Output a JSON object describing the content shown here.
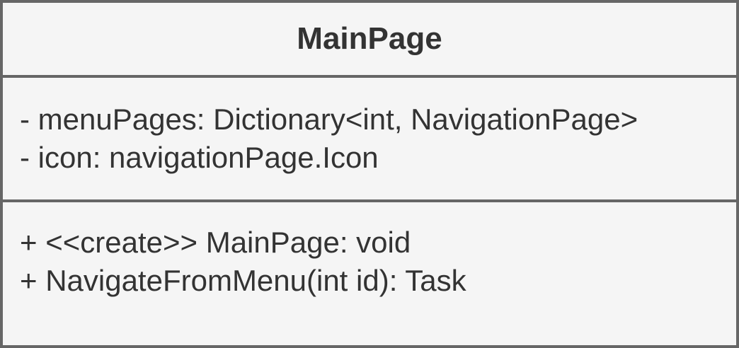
{
  "class_name": "MainPage",
  "attributes": [
    "- menuPages: Dictionary<int, NavigationPage>",
    "- icon: navigationPage.Icon"
  ],
  "operations": [
    "+ <<create>> MainPage: void",
    "+ NavigateFromMenu(int id): Task"
  ],
  "colors": {
    "fill": "#f5f5f5",
    "stroke": "#666666",
    "text": "#333333"
  }
}
